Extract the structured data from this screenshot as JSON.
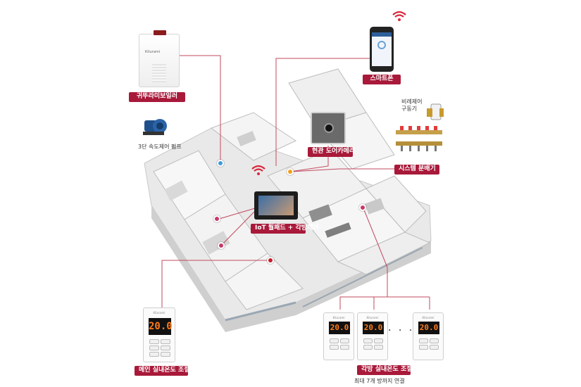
{
  "labels": {
    "boiler": "귀뚜라미보일러",
    "pump": "3단 속도제어 펌프",
    "smartphone": "스마트폰",
    "door_camera": "현관 도어카메라",
    "valve_actuator": "비례제어\n구동기",
    "manifold": "시스템 분배기",
    "wallpad": "IoT 월패드 + 각방제어",
    "main_thermostat": "메인 실내온도 조절기",
    "room_thermostat": "각방 실내온도 조절기",
    "room_thermostat_note": "최대 7개 방까지 연결"
  },
  "displays": {
    "main_thermostat_reading": "20.0",
    "room_thermostat_reading": "20.0",
    "ellipsis": "· · · ·"
  },
  "brand": {
    "text": "Kiturami"
  },
  "colors": {
    "label_bg": "#a8193a",
    "marker_blue": "#3a9be0",
    "marker_orange": "#f0a21a",
    "marker_pink": "#c8386b",
    "marker_red": "#c81e2a",
    "connector": "#c24a5e",
    "wifi": "#d8283c"
  }
}
